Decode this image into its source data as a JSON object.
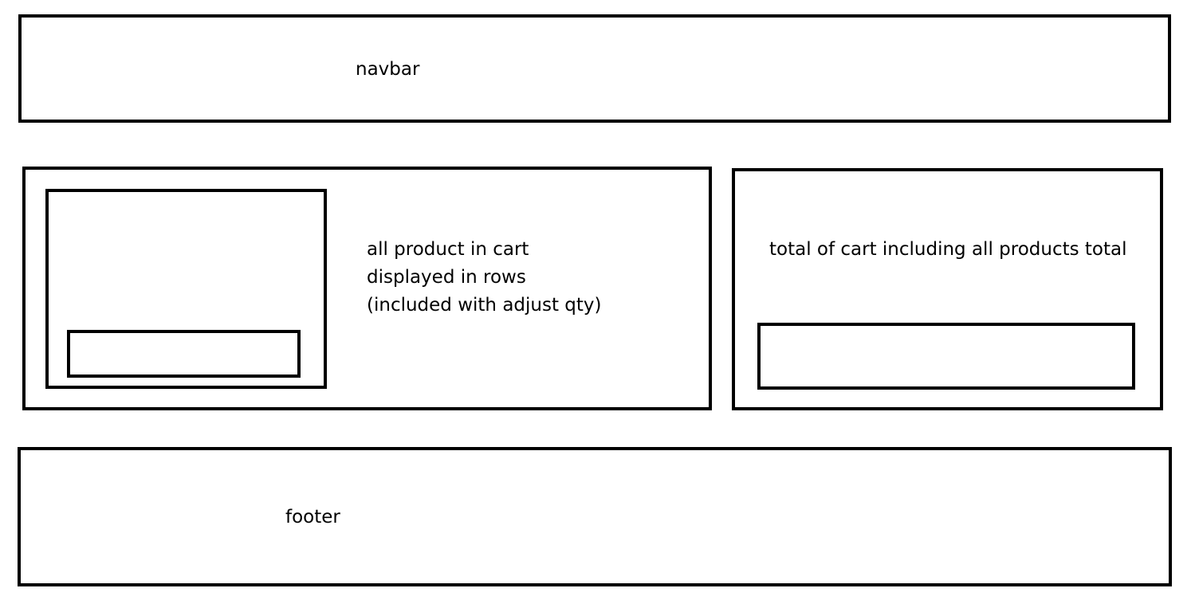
{
  "navbar": {
    "label": "navbar"
  },
  "cart_products": {
    "lines": [
      "all product in cart",
      "displayed in rows",
      "(included with adjust qty)"
    ]
  },
  "cart_total": {
    "label": "total of cart including all products total"
  },
  "footer": {
    "label": "footer"
  },
  "colors": {
    "stroke": "#000000",
    "background": "#ffffff"
  }
}
